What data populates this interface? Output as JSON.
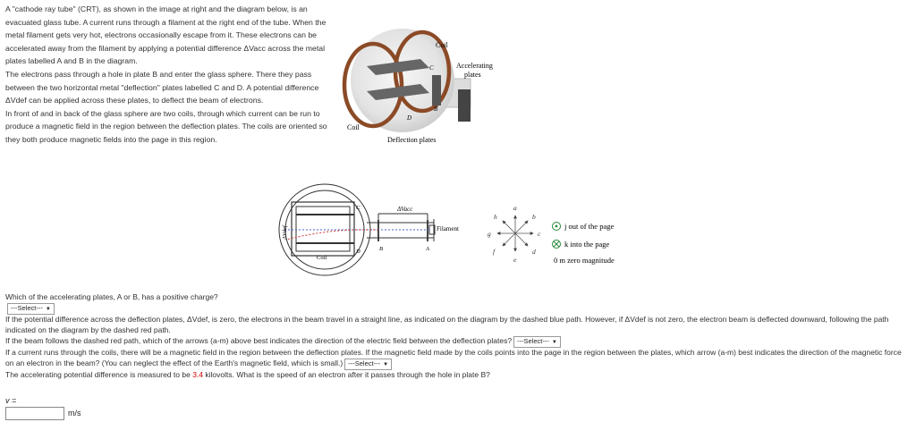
{
  "intro": {
    "p1": "A \"cathode ray tube\" (CRT), as shown in the image at right and the diagram below, is an evacuated glass tube. A current runs through a filament at the right end of the tube. When the metal filament gets very hot, electrons occasionally escape from it. These electrons can be accelerated away from the filament by applying a potential difference ΔVacc across the metal plates labelled A and B in the diagram.",
    "p2": "The electrons pass through a hole in plate B and enter the glass sphere. There they pass between the two horizontal metal \"deflection\" plates labelled C and D. A potential difference ΔVdef can be applied across these plates, to deflect the beam of electrons.",
    "p3": "In front of and in back of the glass sphere are two coils, through which current can be run to produce a magnetic field in the region between the deflection plates. The coils are oriented so they both produce magnetic fields into the page in this region."
  },
  "figure_top": {
    "coil_top": "Coil",
    "coil_left": "Coil",
    "accel_line1": "Accelerating",
    "accel_line2": "plates",
    "deflection": "Deflection plates",
    "label_C": "C",
    "label_B": "B",
    "label_D": "D"
  },
  "figure_bottom": {
    "dv_acc": "ΔVacc",
    "dv_def": "ΔVdef",
    "filament": "Filament",
    "coil": "Coil",
    "label_C": "C",
    "label_D": "D",
    "label_B": "B",
    "label_A": "A"
  },
  "compass": {
    "a": "a",
    "b": "b",
    "c": "c",
    "d": "d",
    "e": "e",
    "f": "f",
    "g": "g",
    "h": "h"
  },
  "legend": {
    "j": "j out of the page",
    "k": "k into the page",
    "m": "0 m zero magnitude"
  },
  "questions": {
    "q1": "Which of the accelerating plates, A or B, has a positive charge?",
    "select_default": "---Select---",
    "q2_p1": "If the potential difference across the deflection plates, ΔVdef, is zero, the electrons in the beam travel in a straight line, as indicated on the diagram by the dashed blue path. However, if ΔVdef is not zero, the electron beam is deflected downward, following the path indicated on the diagram by the dashed red path.",
    "q2_p2": "If the beam follows the dashed red path, which of the arrows (a-m) above best indicates the direction of the electric field between the deflection plates?",
    "q3": "If a current runs through the coils, there will be a magnetic field in the region between the deflection plates. If the magnetic field made by the coils points into the page in the region between the plates, which arrow (a-m) best indicates the direction of the magnetic force on an electron in the beam? (You can neglect the effect of the Earth's magnetic field, which is small.)",
    "q4_pre": "The accelerating potential difference is measured to be",
    "q4_value": "3.4",
    "q4_post": "kilovolts. What is the speed of an electron after it passes through the hole in plate B?",
    "v_label": "v =",
    "unit": "m/s"
  }
}
